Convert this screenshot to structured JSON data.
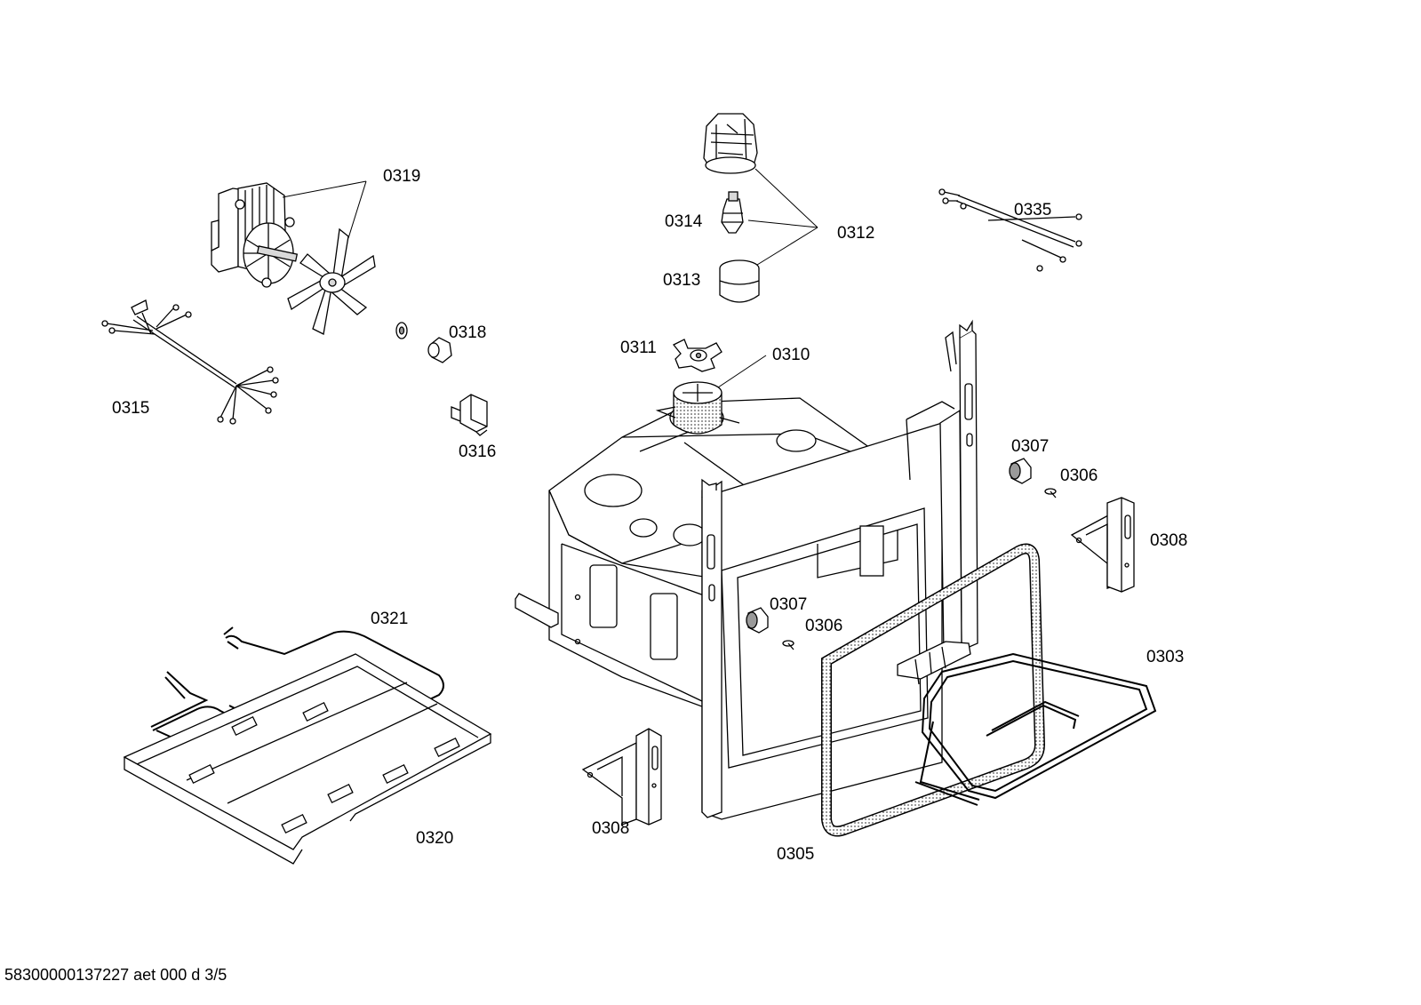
{
  "labels": {
    "p0319": "0319",
    "p0312": "0312",
    "p0314": "0314",
    "p0313": "0313",
    "p0335": "0335",
    "p0315": "0315",
    "p0318": "0318",
    "p0316": "0316",
    "p0311": "0311",
    "p0310": "0310",
    "p0307a": "0307",
    "p0306a": "0306",
    "p0308a": "0308",
    "p0321": "0321",
    "p0307b": "0307",
    "p0306b": "0306",
    "p0303": "0303",
    "p0320": "0320",
    "p0308b": "0308",
    "p0305": "0305"
  },
  "footer": {
    "doc_id": "58300000137227 aet 000 d 3/5"
  }
}
